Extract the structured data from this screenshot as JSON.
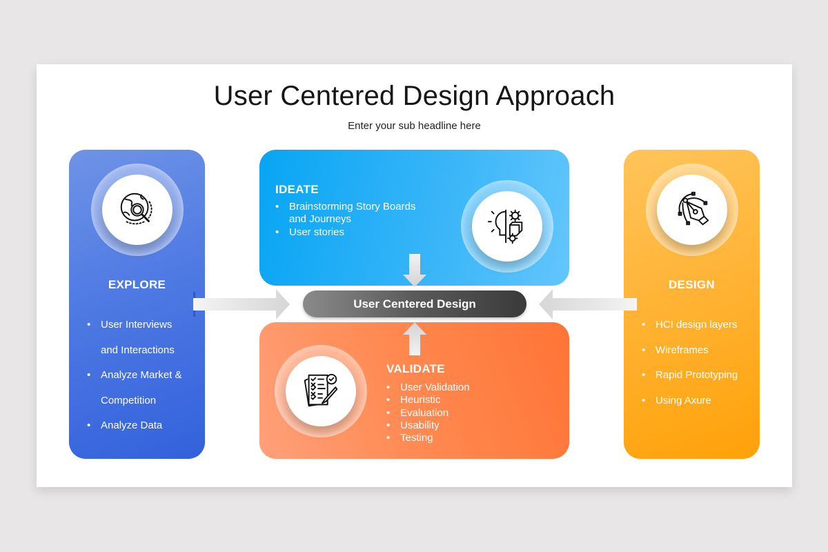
{
  "slide": {
    "title": "User Centered Design Approach",
    "subtitle": "Enter your sub headline here"
  },
  "center": {
    "label": "User Centered Design",
    "color_start": "#8a8a8a",
    "color_end": "#3a3a3a"
  },
  "explore": {
    "heading": "EXPLORE",
    "icon": "globe-magnifier-icon",
    "color": "#4f7ae3",
    "lines": [
      {
        "text": "User Interviews",
        "bullet": true
      },
      {
        "text": "and Interactions",
        "bullet": false
      },
      {
        "text": "Analyze Market &",
        "bullet": true
      },
      {
        "text": "Competition",
        "bullet": false
      },
      {
        "text": "Analyze Data",
        "bullet": true
      }
    ]
  },
  "ideate": {
    "heading": "IDEATE",
    "icon": "bulb-gears-icon",
    "color": "#07a5f4",
    "lines": [
      {
        "text": "Brainstorming Story Boards",
        "bullet": true
      },
      {
        "text": "and Journeys",
        "bullet": false
      },
      {
        "text": "User stories",
        "bullet": true
      }
    ]
  },
  "validate": {
    "heading": "VALIDATE",
    "icon": "checklist-pencil-icon",
    "color": "#ff7d40",
    "lines": [
      {
        "text": "User Validation",
        "bullet": true
      },
      {
        "text": "Heuristic",
        "bullet": true
      },
      {
        "text": "Evaluation",
        "bullet": true
      },
      {
        "text": "Usability",
        "bullet": true
      },
      {
        "text": "Testing",
        "bullet": true
      }
    ]
  },
  "design": {
    "heading": "DESIGN",
    "icon": "pen-tool-bezier-icon",
    "color": "#ffad20",
    "lines": [
      {
        "text": "HCI design layers",
        "bullet": true
      },
      {
        "text": "Wireframes",
        "bullet": true
      },
      {
        "text": "Rapid Prototyping",
        "bullet": true
      },
      {
        "text": "Using Axure",
        "bullet": true
      }
    ]
  }
}
